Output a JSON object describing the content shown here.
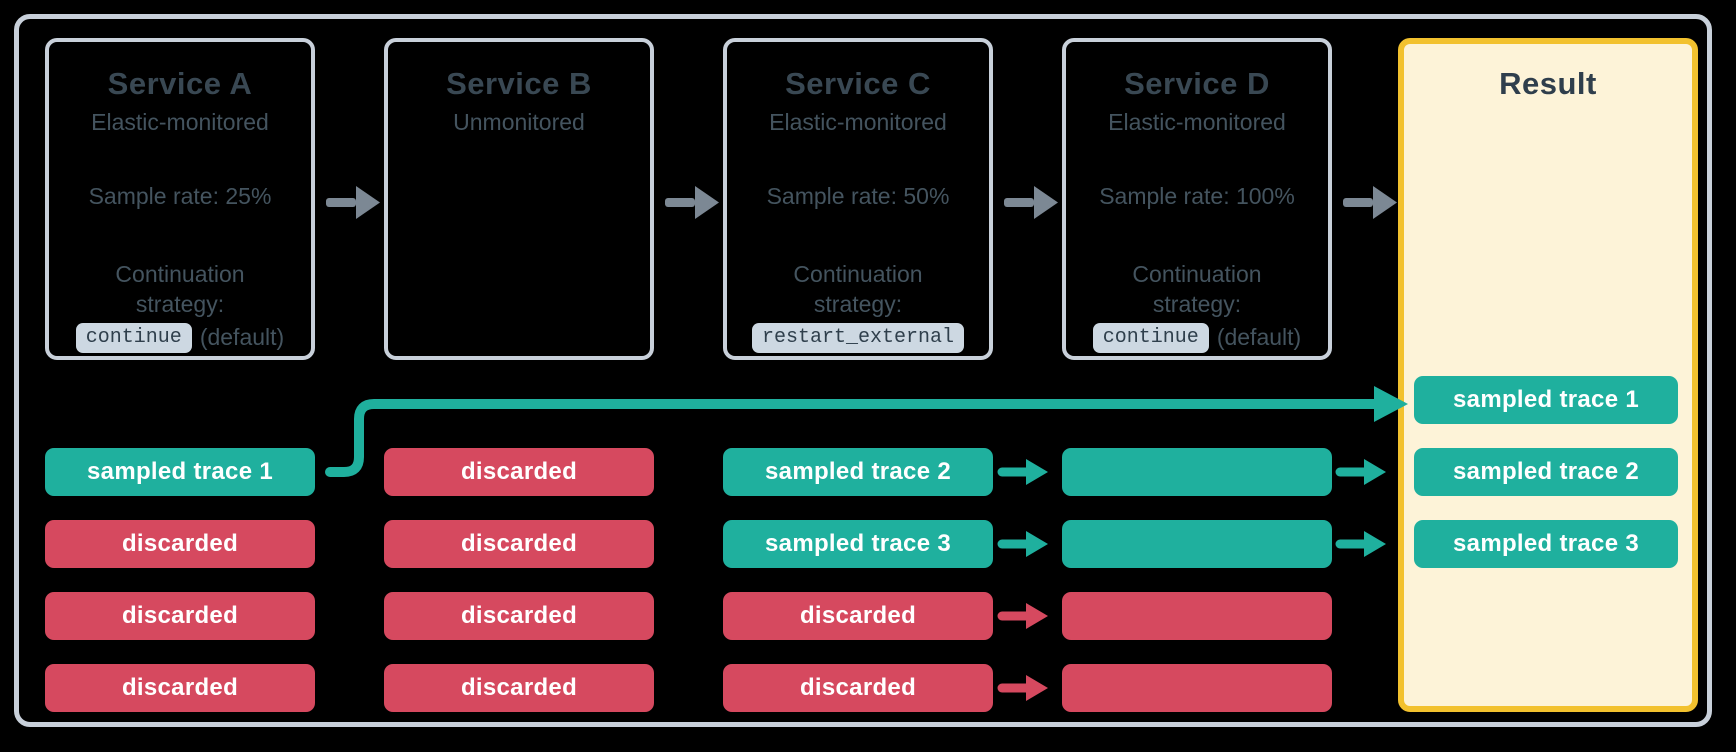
{
  "colors": {
    "background": "#000000",
    "frame_border": "#c8d0da",
    "service_box_border": "#c8d0da",
    "title_text": "#394853",
    "body_text": "#44545f",
    "code_badge_bg": "#cdd8e2",
    "code_badge_text": "#2f3f4c",
    "gray_arrow": "#7c8894",
    "sampled_teal": "#1fb09e",
    "discarded_red": "#d6495f",
    "result_bg": "#fdf3d8",
    "result_border": "#f2c12e",
    "pill_text": "#ffffff"
  },
  "services": [
    {
      "title": "Service A",
      "monitoring": "Elastic-monitored",
      "sample_rate": "Sample rate: 25%",
      "continuation_label": "Continuation strategy:",
      "strategy_code": "continue",
      "strategy_suffix": "(default)"
    },
    {
      "title": "Service B",
      "monitoring": "Unmonitored"
    },
    {
      "title": "Service C",
      "monitoring": "Elastic-monitored",
      "sample_rate": "Sample rate: 50%",
      "continuation_label": "Continuation strategy:",
      "strategy_code": "restart_external"
    },
    {
      "title": "Service D",
      "monitoring": "Elastic-monitored",
      "sample_rate": "Sample rate: 100%",
      "continuation_label": "Continuation strategy:",
      "strategy_code": "continue",
      "strategy_suffix": "(default)"
    }
  ],
  "result": {
    "title": "Result",
    "pills": [
      {
        "label": "sampled trace 1",
        "status": "sampled"
      },
      {
        "label": "sampled trace 2",
        "status": "sampled"
      },
      {
        "label": "sampled trace 3",
        "status": "sampled"
      }
    ]
  },
  "traces": {
    "service_a": [
      {
        "label": "sampled trace 1",
        "status": "sampled"
      },
      {
        "label": "discarded",
        "status": "discarded"
      },
      {
        "label": "discarded",
        "status": "discarded"
      },
      {
        "label": "discarded",
        "status": "discarded"
      }
    ],
    "service_b": [
      {
        "label": "discarded",
        "status": "discarded"
      },
      {
        "label": "discarded",
        "status": "discarded"
      },
      {
        "label": "discarded",
        "status": "discarded"
      },
      {
        "label": "discarded",
        "status": "discarded"
      }
    ],
    "service_c": [
      {
        "label": "sampled trace 2",
        "status": "sampled"
      },
      {
        "label": "sampled trace 3",
        "status": "sampled"
      },
      {
        "label": "discarded",
        "status": "discarded"
      },
      {
        "label": "discarded",
        "status": "discarded"
      }
    ],
    "service_d": [
      {
        "label": "",
        "status": "sampled"
      },
      {
        "label": "",
        "status": "sampled"
      },
      {
        "label": "",
        "status": "discarded"
      },
      {
        "label": "",
        "status": "discarded"
      }
    ]
  }
}
